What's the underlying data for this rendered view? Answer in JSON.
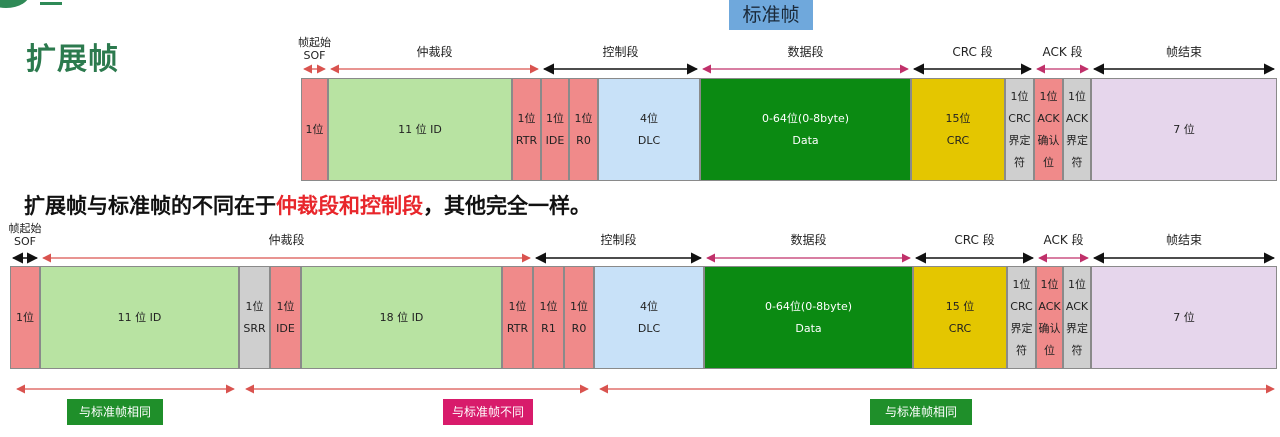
{
  "title": "扩展帧",
  "standard_label": "标准帧",
  "subtitle": {
    "before": "扩展帧与标准帧的不同在于",
    "highlight": "仲裁段和控制段",
    "after": "，其他完全一样。"
  },
  "standard_frame": {
    "segments": [
      {
        "label": "帧起始\nSOF"
      },
      {
        "label": "仲裁段"
      },
      {
        "label": "控制段"
      },
      {
        "label": "数据段"
      },
      {
        "label": "CRC 段"
      },
      {
        "label": "ACK 段"
      },
      {
        "label": "帧结束"
      }
    ],
    "fields": [
      {
        "lines": [
          "1位"
        ],
        "color": "#f08a8a"
      },
      {
        "lines": [
          "11 位 ID"
        ],
        "color": "#b8e3a2"
      },
      {
        "lines": [
          "1位",
          "RTR"
        ],
        "color": "#f08a8a"
      },
      {
        "lines": [
          "1位",
          "IDE"
        ],
        "color": "#f08a8a"
      },
      {
        "lines": [
          "1位",
          "R0"
        ],
        "color": "#f08a8a"
      },
      {
        "lines": [
          "4位",
          "DLC"
        ],
        "color": "#c8e1f8"
      },
      {
        "lines": [
          "0-64位(0-8byte)",
          "Data"
        ],
        "color": "#0b8a12"
      },
      {
        "lines": [
          "15位",
          "CRC"
        ],
        "color": "#e4c600"
      },
      {
        "lines": [
          "1位",
          "CRC",
          "界定",
          "符"
        ],
        "color": "#cfcfcf"
      },
      {
        "lines": [
          "1位",
          "ACK",
          "确认",
          "位"
        ],
        "color": "#f08a8a"
      },
      {
        "lines": [
          "1位",
          "ACK",
          "界定",
          "符"
        ],
        "color": "#cfcfcf"
      },
      {
        "lines": [
          "7 位"
        ],
        "color": "#e6d6ec"
      }
    ]
  },
  "extended_frame": {
    "segments": [
      {
        "label": "帧起始\nSOF"
      },
      {
        "label": "仲裁段"
      },
      {
        "label": "控制段"
      },
      {
        "label": "数据段"
      },
      {
        "label": "CRC 段"
      },
      {
        "label": "ACK 段"
      },
      {
        "label": "帧结束"
      }
    ],
    "fields": [
      {
        "lines": [
          "1位"
        ],
        "color": "#f08a8a"
      },
      {
        "lines": [
          "11 位 ID"
        ],
        "color": "#b8e3a2"
      },
      {
        "lines": [
          "1位",
          "SRR"
        ],
        "color": "#cfcfcf"
      },
      {
        "lines": [
          "1位",
          "IDE"
        ],
        "color": "#f08a8a"
      },
      {
        "lines": [
          "18 位 ID"
        ],
        "color": "#b8e3a2"
      },
      {
        "lines": [
          "1位",
          "RTR"
        ],
        "color": "#f08a8a"
      },
      {
        "lines": [
          "1位",
          "R1"
        ],
        "color": "#f08a8a"
      },
      {
        "lines": [
          "1位",
          "R0"
        ],
        "color": "#f08a8a"
      },
      {
        "lines": [
          "4位",
          "DLC"
        ],
        "color": "#c8e1f8"
      },
      {
        "lines": [
          "0-64位(0-8byte)",
          "Data"
        ],
        "color": "#0b8a12"
      },
      {
        "lines": [
          "15 位",
          "CRC"
        ],
        "color": "#e4c600"
      },
      {
        "lines": [
          "1位",
          "CRC",
          "界定",
          "符"
        ],
        "color": "#cfcfcf"
      },
      {
        "lines": [
          "1位",
          "ACK",
          "确认",
          "位"
        ],
        "color": "#f08a8a"
      },
      {
        "lines": [
          "1位",
          "ACK",
          "界定",
          "符"
        ],
        "color": "#cfcfcf"
      },
      {
        "lines": [
          "7 位"
        ],
        "color": "#e6d6ec"
      }
    ]
  },
  "comparison": [
    {
      "label": "与标准帧相同",
      "color": "#1f8f2a"
    },
    {
      "label": "与标准帧不同",
      "color": "#d81b6b"
    },
    {
      "label": "与标准帧相同",
      "color": "#1f8f2a"
    }
  ],
  "colors": {
    "arrow_red": "#d9534f",
    "arrow_black": "#111111",
    "arrow_magenta": "#c0306a"
  }
}
